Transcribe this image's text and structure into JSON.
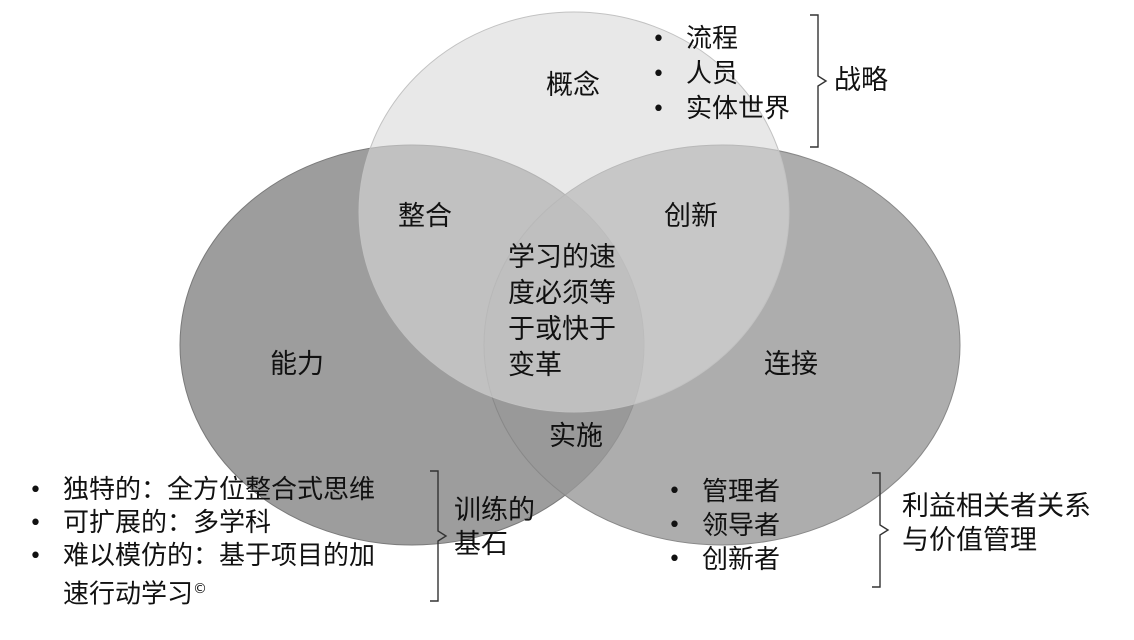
{
  "circles": {
    "top": {
      "label": "概念",
      "fill": "#d9d9d9"
    },
    "left": {
      "label": "能力",
      "fill": "#8c8c8c"
    },
    "right": {
      "label": "连接",
      "fill": "#999999"
    }
  },
  "overlaps": {
    "top_left": "整合",
    "top_right": "创新",
    "left_right": "实施",
    "center": [
      "学习的速",
      "度必须等",
      "于或快于",
      "变革"
    ]
  },
  "strategy": {
    "items": [
      "流程",
      "人员",
      "实体世界"
    ],
    "label": "战略"
  },
  "training": {
    "items": [
      "独特的：全方位整合式思维",
      "可扩展的：多学科",
      "难以模仿的：基于项目的加",
      "速行动学习"
    ],
    "copyright": "©",
    "label_lines": [
      "训练的",
      "基石"
    ]
  },
  "stakeholders": {
    "items": [
      "管理者",
      "领导者",
      "创新者"
    ],
    "label_lines": [
      "利益相关者关系",
      "与价值管理"
    ]
  }
}
